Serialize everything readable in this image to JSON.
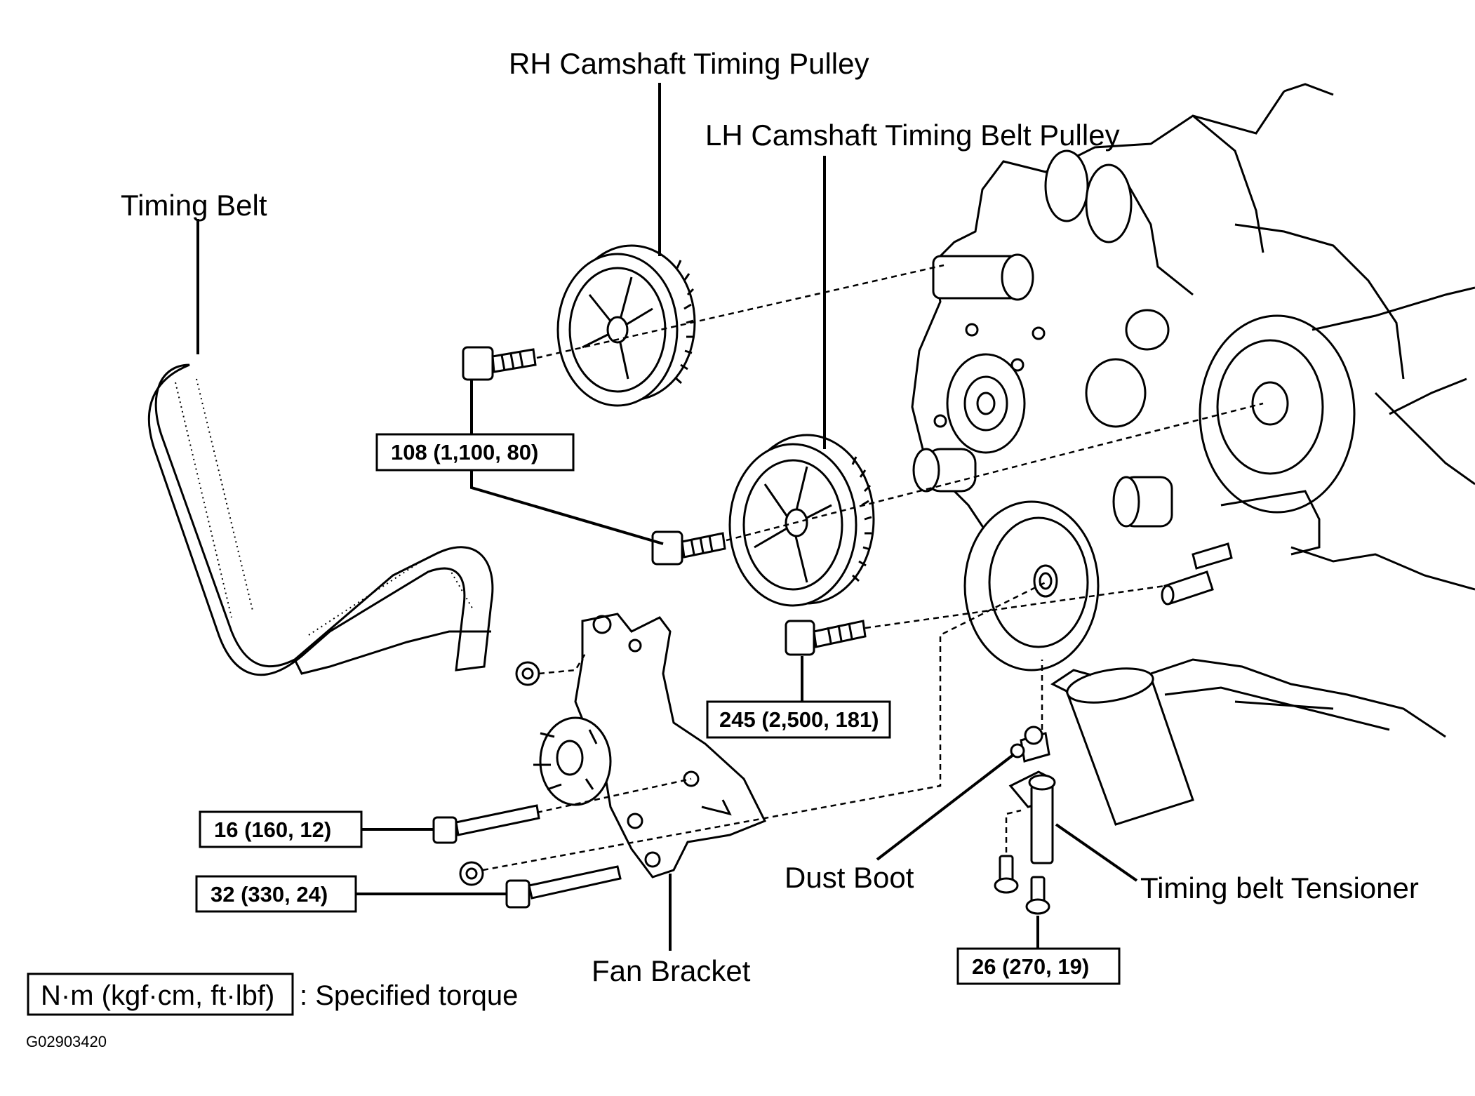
{
  "labels": {
    "rh_pulley": "RH Camshaft Timing Pulley",
    "lh_pulley": "LH Camshaft Timing Belt Pulley",
    "timing_belt": "Timing Belt",
    "dust_boot": "Dust Boot",
    "tensioner": "Timing belt Tensioner",
    "fan_bracket": "Fan Bracket"
  },
  "torque_boxes": {
    "rh_bolt": "108 (1,100, 80)",
    "idler_bolt": "245 (2,500, 181)",
    "bracket_bolt_upper": "16 (160, 12)",
    "bracket_bolt_lower": "32 (330, 24)",
    "tensioner_bolt": "26 (270, 19)"
  },
  "legend": {
    "unit": "N·m (kgf·cm, ft·lbf)",
    "text": ": Specified torque"
  },
  "figure_code": "G02903420"
}
